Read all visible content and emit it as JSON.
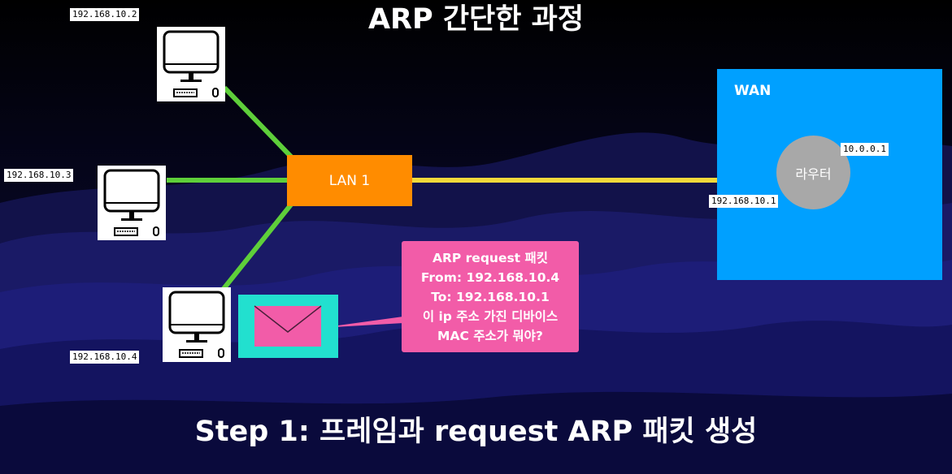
{
  "title": "ARP 간단한 과정",
  "step": "Step 1: 프레임과 request ARP 패킷 생성",
  "hosts": [
    {
      "ip": "192.168.10.2"
    },
    {
      "ip": "192.168.10.3"
    },
    {
      "ip": "192.168.10.4"
    }
  ],
  "lan": {
    "label": "LAN 1"
  },
  "wan": {
    "label": "WAN"
  },
  "router": {
    "label": "라우터",
    "wan_ip": "10.0.0.1",
    "lan_ip": "192.168.10.1"
  },
  "bubble": {
    "lines": [
      "ARP request 패킷",
      "From: 192.168.10.4",
      "To: 192.168.10.1",
      "이 ip 주소 가진 디바이스",
      "MAC 주소가 뭐야?"
    ]
  },
  "colors": {
    "host_link": "#5ecf3a",
    "wan_link": "#f2d93a",
    "lan": "#ff8c00",
    "wan": "#00a0ff",
    "router": "#a8a8a8",
    "envelope": "#22e0cf",
    "envelope_paper": "#f25ca8",
    "bubble": "#f25ca8"
  }
}
